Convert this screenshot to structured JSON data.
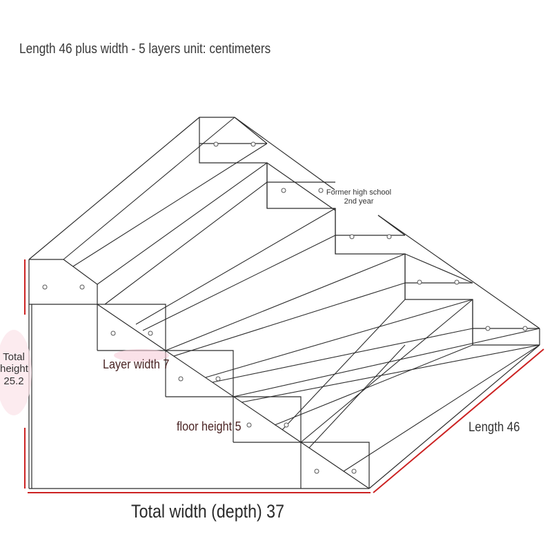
{
  "title": "Length 46 plus width - 5 layers unit: centimeters",
  "dimensions": {
    "total_width": "Total width (depth) 37",
    "length": "Length 46",
    "floor_height": "floor height 5",
    "layer_width": "Layer width 7",
    "total_height_line1": "Total",
    "total_height_line2": "height",
    "total_height_line3": "25.2"
  },
  "note": {
    "line1": "Former high school",
    "line2": "2nd year"
  },
  "colors": {
    "outline": "#2b2b2b",
    "dimension_line": "#cc2222",
    "text": "#333333"
  }
}
